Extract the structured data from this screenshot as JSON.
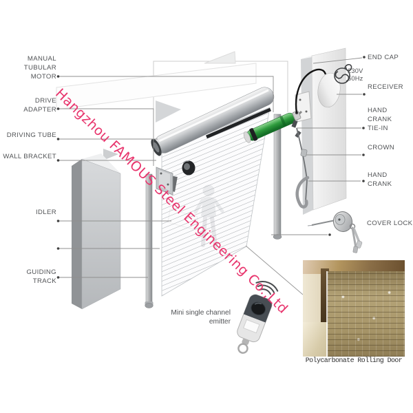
{
  "watermark": {
    "text": "Hangzhou FAMOUS Steel Engineering Co.,Ltd"
  },
  "labels_left": [
    "MANUAL\nTUBULAR MOTOR",
    "DRIVE ADAPTER",
    "DRIVING TUBE",
    "WALL BRACKET",
    "IDLER",
    "GUIDING TRACK"
  ],
  "labels_right": [
    "END CAP",
    "RECEIVER",
    "HAND CRANK\nTIE-IN",
    "CROWN",
    "HAND CRANK",
    "COVER LOCK"
  ],
  "power_spec": {
    "voltage": "230V",
    "frequency": "50Hz"
  },
  "emitter_caption": "Mini single channel\nemitter",
  "photo_caption": "Polycarbonate Rolling Door",
  "colors": {
    "watermark_pink": "#e8356d",
    "motor_green": "#2e9b3d",
    "label_gray": "#515356",
    "caption_dark": "#2e2e2e"
  }
}
